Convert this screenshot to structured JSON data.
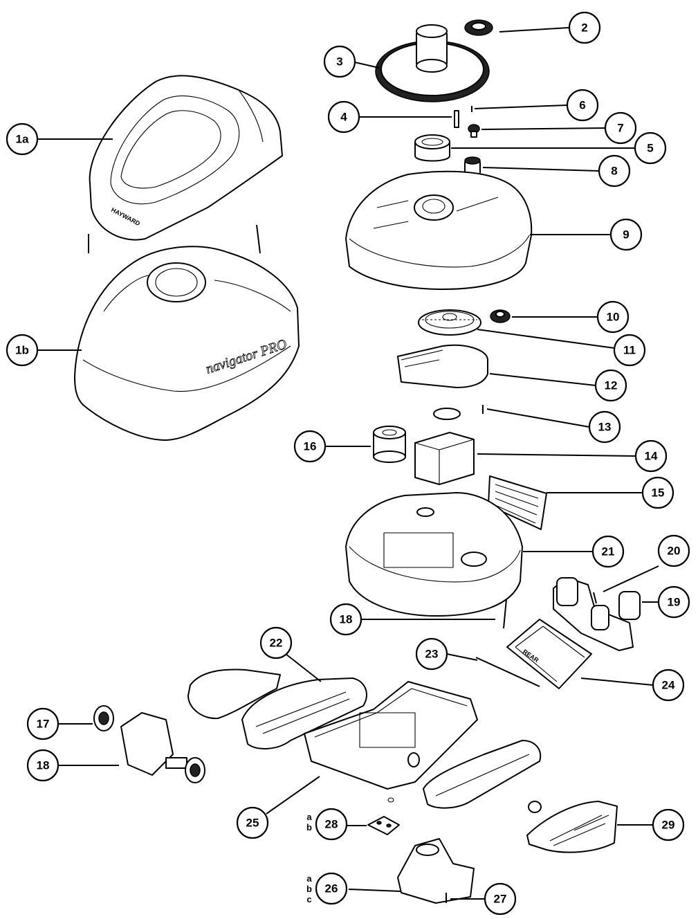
{
  "callouts": {
    "c1a": {
      "label": "1a"
    },
    "c1b": {
      "label": "1b"
    },
    "c2": {
      "label": "2"
    },
    "c3": {
      "label": "3"
    },
    "c4": {
      "label": "4"
    },
    "c5": {
      "label": "5"
    },
    "c6": {
      "label": "6"
    },
    "c7": {
      "label": "7"
    },
    "c8": {
      "label": "8"
    },
    "c9": {
      "label": "9"
    },
    "c10": {
      "label": "10"
    },
    "c11": {
      "label": "11"
    },
    "c12": {
      "label": "12"
    },
    "c13": {
      "label": "13"
    },
    "c14": {
      "label": "14"
    },
    "c15": {
      "label": "15"
    },
    "c16": {
      "label": "16"
    },
    "c17": {
      "label": "17"
    },
    "c18a": {
      "label": "18"
    },
    "c18b": {
      "label": "18"
    },
    "c19": {
      "label": "19"
    },
    "c20": {
      "label": "20"
    },
    "c21": {
      "label": "21"
    },
    "c22": {
      "label": "22"
    },
    "c23": {
      "label": "23"
    },
    "c24": {
      "label": "24"
    },
    "c25": {
      "label": "25"
    },
    "c26": {
      "label": "26",
      "variants": [
        "a",
        "b",
        "c"
      ]
    },
    "c27": {
      "label": "27"
    },
    "c28": {
      "label": "28",
      "variants": [
        "a",
        "b"
      ]
    },
    "c29": {
      "label": "29"
    }
  },
  "artwork_text": {
    "brand": "HAYWARD",
    "product_logo": "navigator PRO",
    "rear_plate": "REAR"
  },
  "colors": {
    "line": "#000000",
    "background": "#ffffff"
  }
}
